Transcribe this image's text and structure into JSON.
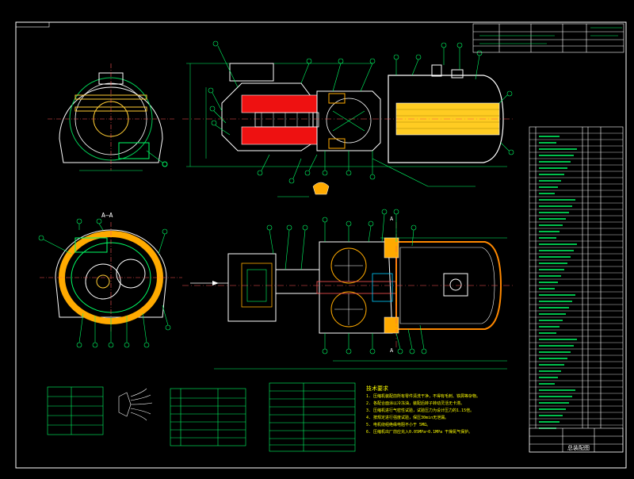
{
  "section_label": "A—A",
  "section_marker": "A",
  "tech_requirements": {
    "title": "技术要求",
    "items": [
      "1. 压缩机装配前所有零件清洗干净，不得有毛刺、铁屑等杂物。",
      "2. 各配合面涂以冷冻油，装配后转子转动灵活无卡滞。",
      "3. 压缩机进行气密性试验，试验压力为设计压力的1.15倍。",
      "4. 按规定进行强度试验，保压30min无泄漏。",
      "5. 电机绕组绝缘电阻不小于 5MΩ。",
      "6. 压缩机出厂前应充入0.05MPa~0.1MPa 干燥氮气保护。"
    ]
  },
  "title_block": {
    "drawing_name": "总装配图"
  },
  "colors": {
    "background": "#000000",
    "outline": "#ffffff",
    "dimension": "#00ff66",
    "callout": "#00ff66",
    "rotor": "#ff2222",
    "shell": "#ffaa00",
    "oil": "#ffcc33",
    "border": "#ffffff"
  }
}
